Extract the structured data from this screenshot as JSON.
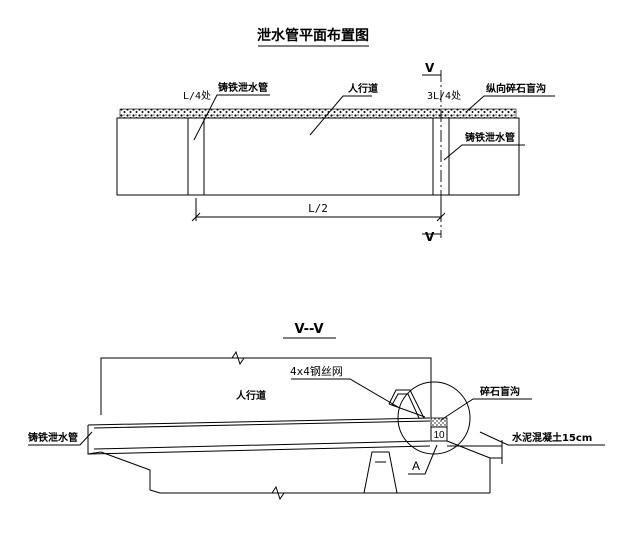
{
  "plan": {
    "title": "泄水管平面布置图",
    "label_quarter": "L/4处",
    "label_drain_left": "铸铁泄水管",
    "label_sidewalk": "人行道",
    "label_section_mark_top": "V",
    "label_three_quarter": "3L/4处",
    "label_gravel_ditch": "纵向碎石盲沟",
    "label_drain_right": "铸铁泄水管",
    "label_half_span": "L/2",
    "label_section_mark_bottom": "V"
  },
  "section": {
    "title": "V--V",
    "label_mesh": "4x4钢丝网",
    "label_sidewalk": "人行道",
    "label_gravel": "碎石盲沟",
    "label_drain": "铸铁泄水管",
    "label_dim_10": "10",
    "label_concrete": "水泥混凝土15cm",
    "label_detail": "A"
  }
}
